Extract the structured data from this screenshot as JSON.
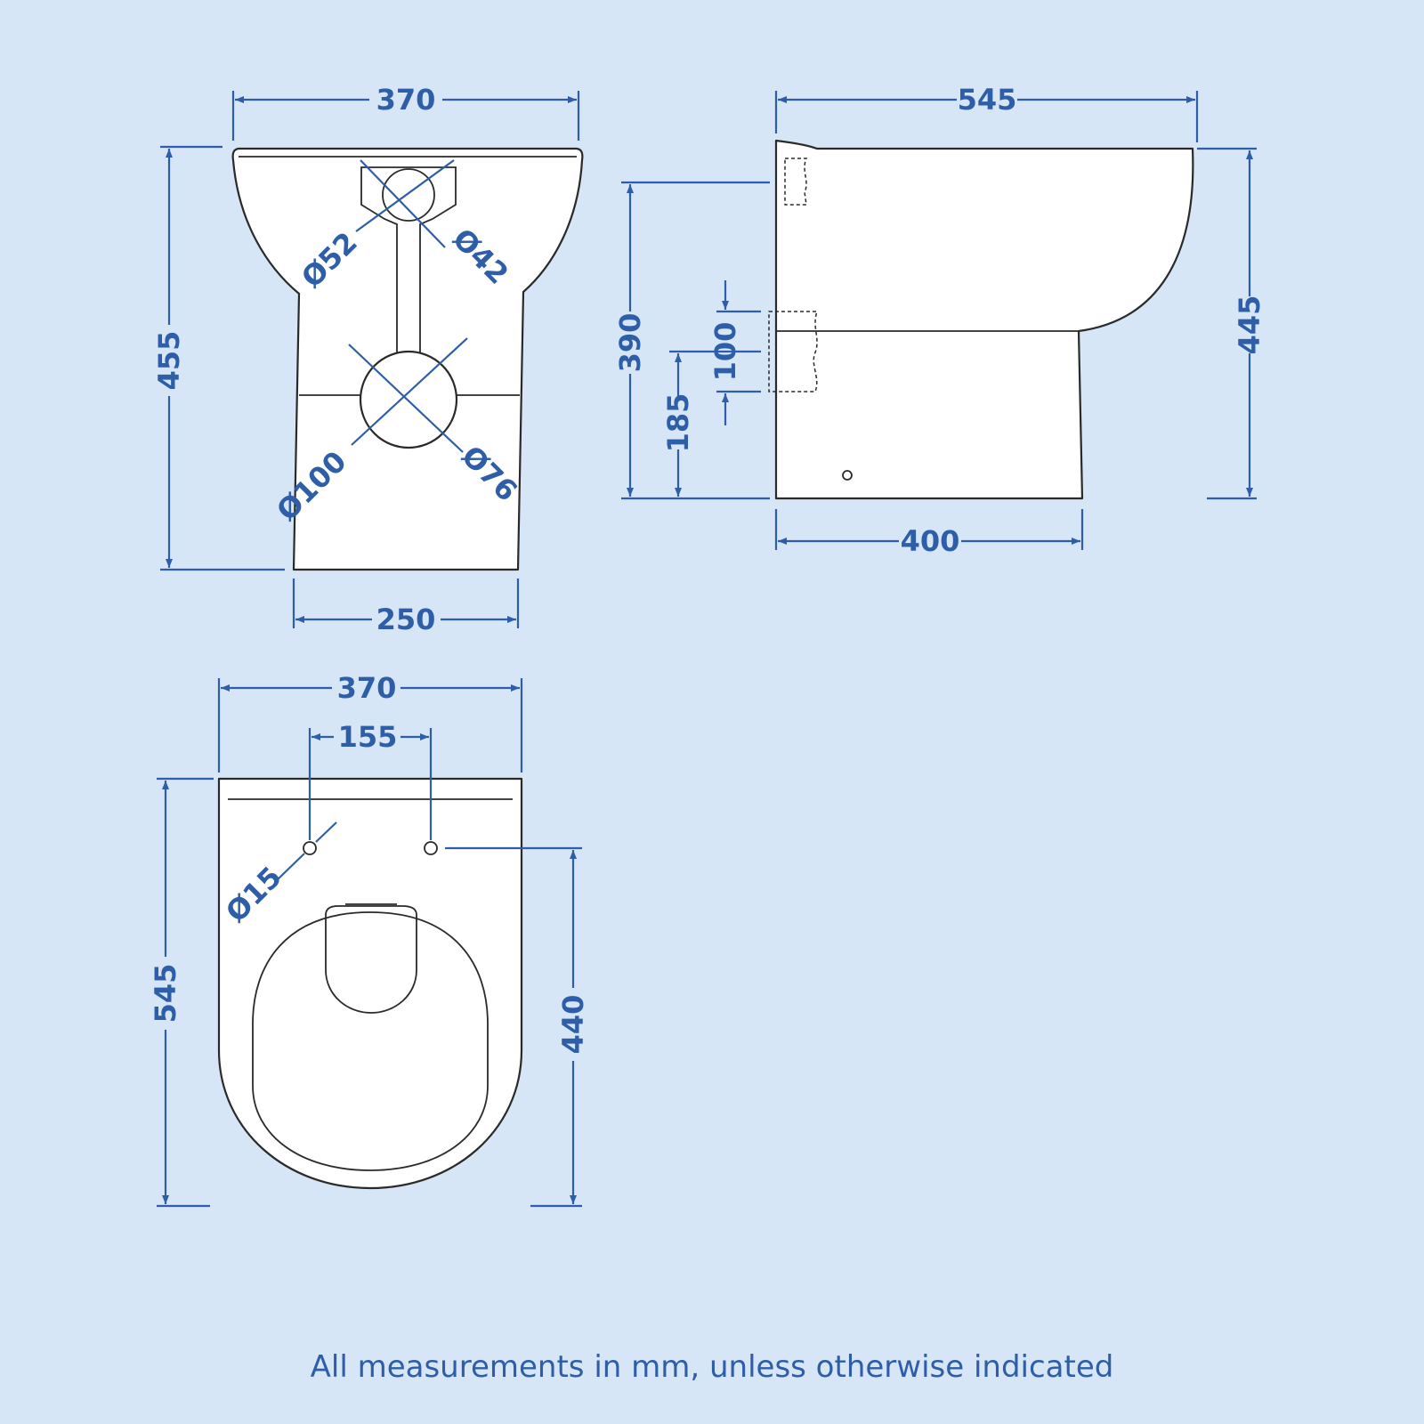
{
  "colors": {
    "background": "#d6e6f7",
    "dimension": "#2f5ea8",
    "outline": "#2a2a2a",
    "body": "#ffffff"
  },
  "front_view": {
    "width_top": "370",
    "height": "455",
    "width_base": "250",
    "dia_upper_left": "Ø52",
    "dia_upper_right": "Ø42",
    "dia_lower_left": "Ø100",
    "dia_lower_right": "Ø76"
  },
  "side_view": {
    "length": "545",
    "height": "445",
    "inlet_height": "390",
    "outlet_height": "185",
    "outlet_size": "100",
    "base_length": "400"
  },
  "top_view": {
    "width": "370",
    "fixing_spacing": "155",
    "length": "545",
    "fixing_to_front": "440",
    "fixing_hole_dia": "Ø15"
  },
  "footnote": "All measurements in mm, unless otherwise indicated"
}
